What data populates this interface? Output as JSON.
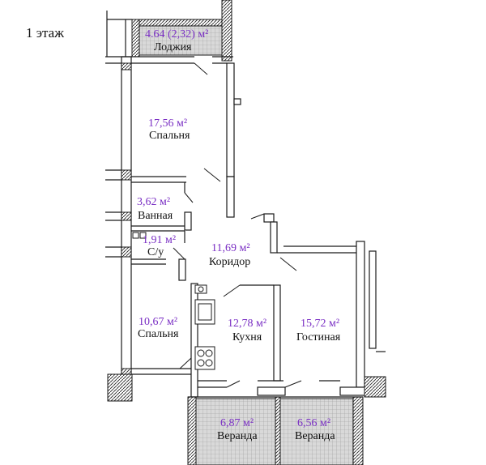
{
  "floor_label": "1 этаж",
  "rooms": {
    "loggia": {
      "area": "4.64  (2,32) м²",
      "name": "Лоджия"
    },
    "bedroom1": {
      "area": "17,56 м²",
      "name": "Спальня"
    },
    "bathroom": {
      "area": "3,62 м²",
      "name": "Ванная"
    },
    "wc": {
      "area": "1,91 м²",
      "name": "С/у"
    },
    "corridor": {
      "area": "11,69 м²",
      "name": "Коридор"
    },
    "bedroom2": {
      "area": "10,67 м²",
      "name": "Спальня"
    },
    "kitchen": {
      "area": "12,78 м²",
      "name": "Кухня"
    },
    "living": {
      "area": "15,72 м²",
      "name": "Гостиная"
    },
    "veranda1": {
      "area": "6,87 м²",
      "name": "Веранда"
    },
    "veranda2": {
      "area": "6,56 м²",
      "name": "Веранда"
    }
  },
  "colors": {
    "area_text": "#7a2fc4",
    "wall": "#1a1a1a"
  }
}
